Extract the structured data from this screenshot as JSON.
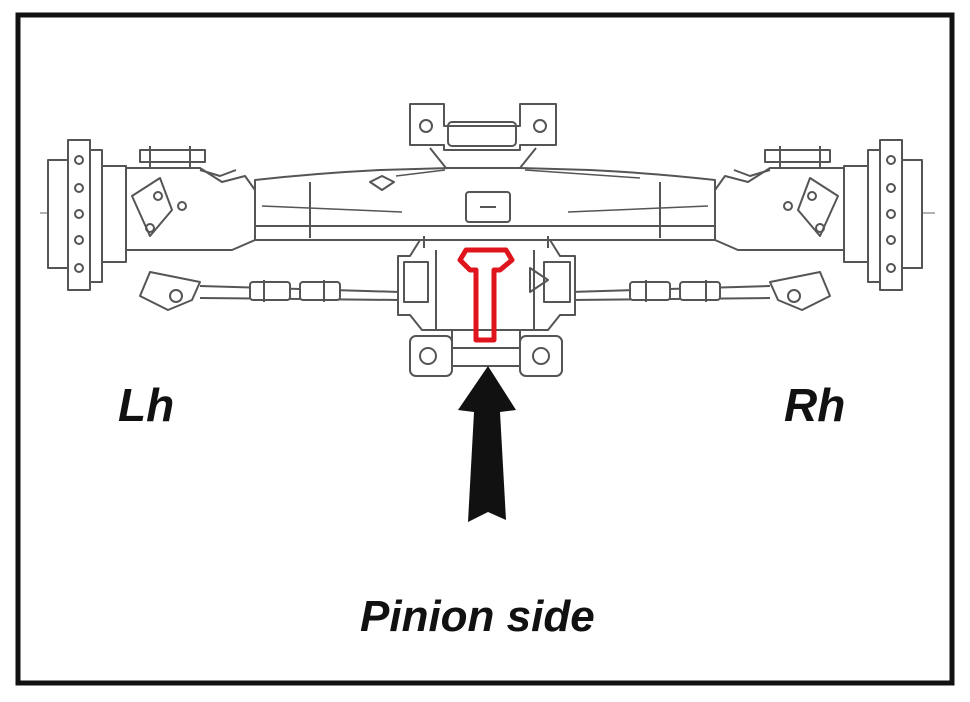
{
  "labels": {
    "left_side": "Lh",
    "right_side": "Rh",
    "pinion_side": "Pinion side"
  },
  "colors": {
    "highlight": "#e0141c",
    "line": "#555555",
    "border": "#111111"
  },
  "icons": {
    "arrow": "up-arrow-icon",
    "highlight": "pinion-bolt-highlight"
  }
}
